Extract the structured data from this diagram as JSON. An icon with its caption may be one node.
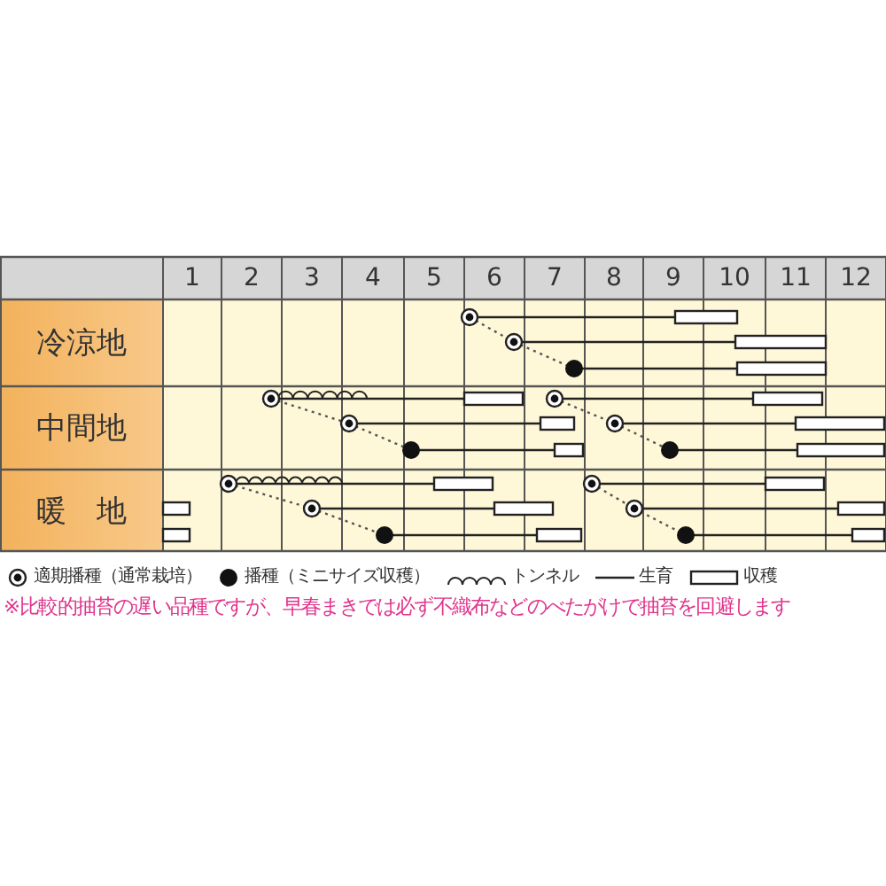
{
  "diagram": {
    "labels": [
      "1",
      "2",
      "3",
      "4",
      "5",
      "6",
      "7",
      "8",
      "9",
      "10",
      "11",
      "12",
      "冷涼地",
      "中間地",
      "暖　地",
      "※比較的抽苔の遅い品種ですが、早春まきでは必ず不織布などのべたがけで抽苔を回避します"
    ],
    "legend": [
      {
        "text": "適期播種（通常栽培）"
      },
      {
        "text": "播種（ミニサイズ収穫）"
      },
      {
        "text": "トンネル"
      },
      {
        "text": "生育"
      },
      {
        "text": "収穫"
      }
    ]
  }
}
